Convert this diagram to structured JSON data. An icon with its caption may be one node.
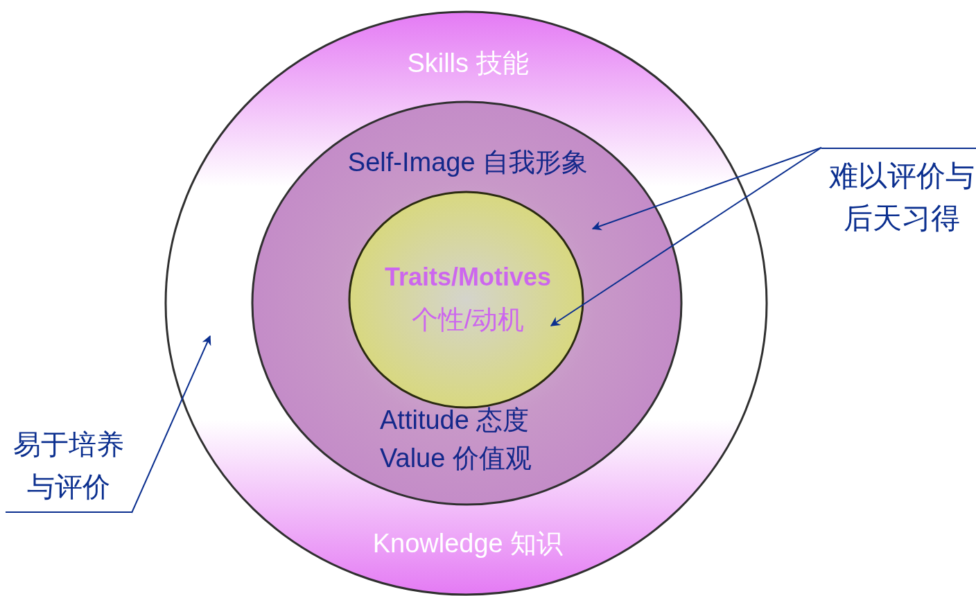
{
  "diagram": {
    "nodes": [
      {
        "text": [
          "Skills 技能",
          "Knowledge 知识"
        ]
      },
      {
        "text": [
          "Self-Image 自我形象",
          "Attitude 态度",
          "Value 价值观"
        ],
        "in": 0
      },
      {
        "text": [
          "Traits/Motives",
          "个性/动机"
        ],
        "in": 1
      },
      {
        "text": [
          "易于培养与评价"
        ]
      },
      {
        "text": [
          "难以评价与后天习得"
        ]
      }
    ],
    "edges": [
      {
        "from": 3,
        "to": 0,
        "arrow": "to"
      },
      {
        "from": 4,
        "to": 1,
        "arrow": "to"
      },
      {
        "from": 4,
        "to": 2,
        "arrow": "to"
      }
    ]
  }
}
